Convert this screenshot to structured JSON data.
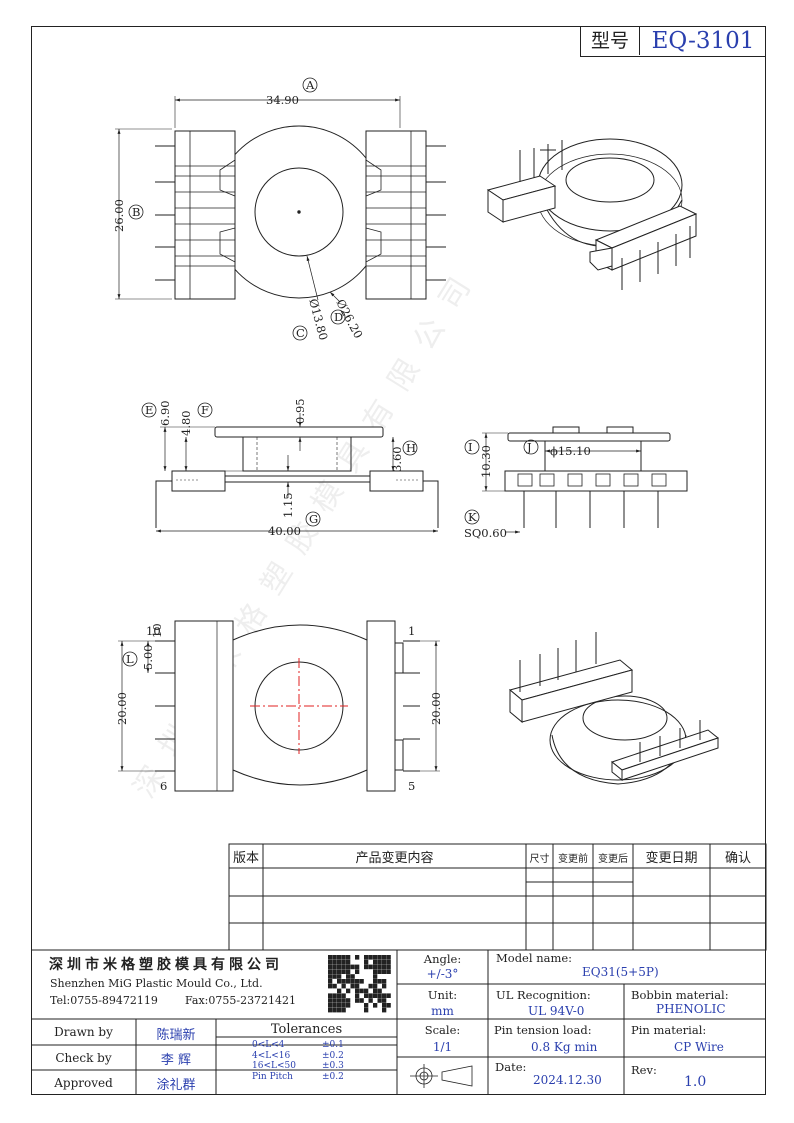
{
  "header": {
    "model_label": "型号",
    "model_value": "EQ-3101"
  },
  "dims": {
    "A": "A",
    "A_val": "34.90",
    "B": "B",
    "B_val": "26.00",
    "C": "C",
    "C_val": "Ø13.80",
    "D": "D",
    "D_val": "Ø26.20",
    "E": "E",
    "E_val": "6.90",
    "F": "F",
    "F_val": "4.80",
    "top_thick": "0.95",
    "H": "H",
    "H_val": "3.60",
    "G": "G",
    "G_val": "40.00",
    "mid_val": "1.15",
    "I": "I",
    "I_val": "10.30",
    "J": "J",
    "J_val": "ϕ15.10",
    "K": "K",
    "K_val": "SQ0.60",
    "L": "L",
    "L_val": "5.00",
    "pitch_small": "10",
    "left_span": "20.00",
    "right_span": "20.00",
    "pin10": "10",
    "pin6": "6",
    "pin1": "1",
    "pin5": "5"
  },
  "watermark": "深圳市米格塑胶模具有限公司",
  "revision_table": {
    "headers": [
      "版本",
      "产品变更内容",
      "尺寸",
      "变更前",
      "变更后",
      "变更日期",
      "确认"
    ]
  },
  "company": {
    "name_cn": "深圳市米格塑胶模具有限公司",
    "name_en": "Shenzhen MiG Plastic Mould Co., Ltd.",
    "tel": "Tel:0755-89472119",
    "fax": "Fax:0755-23721421"
  },
  "title_block": {
    "angle_label": "Angle:",
    "angle_value": "+/-3°",
    "unit_label": "Unit:",
    "unit_value": "mm",
    "scale_label": "Scale:",
    "scale_value": "1/1",
    "model_label": "Model name:",
    "model_value": "EQ31(5+5P)",
    "ul_label": "UL Recognition:",
    "ul_value": "UL 94V-0",
    "bobbin_label": "Bobbin material:",
    "bobbin_value": "PHENOLIC",
    "tension_label": "Pin tension load:",
    "tension_value": "0.8 Kg min",
    "pin_mat_label": "Pin material:",
    "pin_mat_value": "CP Wire",
    "date_label": "Date:",
    "date_value": "2024.12.30",
    "rev_label": "Rev:",
    "rev_value": "1.0",
    "drawn_label": "Drawn by",
    "drawn_value": "陈瑞新",
    "check_label": "Check by",
    "check_value": "李 辉",
    "approved_label": "Approved",
    "approved_value": "涂礼群",
    "tolerances_label": "Tolerances",
    "tolerances": [
      {
        "range": "0<L<4",
        "value": "±0.1"
      },
      {
        "range": "4<L<16",
        "value": "±0.2"
      },
      {
        "range": "16<L<50",
        "value": "±0.3"
      },
      {
        "range": "Pin Pitch",
        "value": "±0.2"
      }
    ]
  }
}
